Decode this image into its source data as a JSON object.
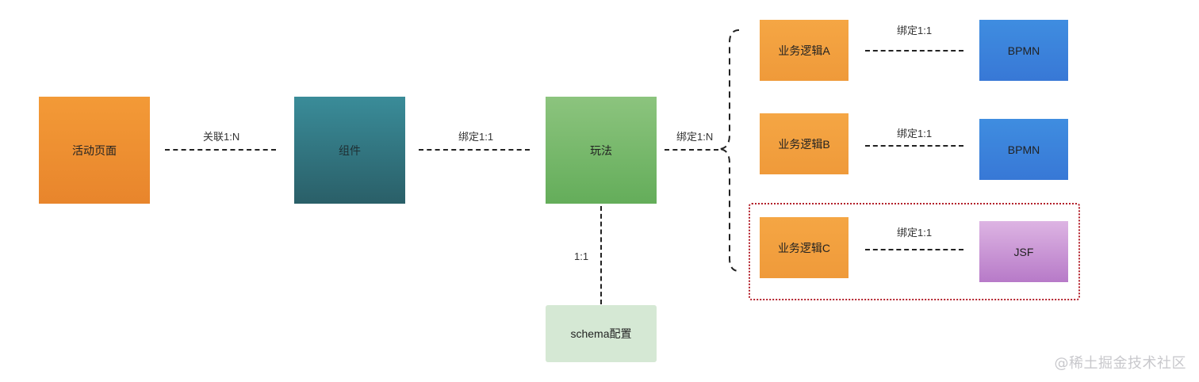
{
  "nodes": {
    "page": "活动页面",
    "component": "组件",
    "gameplay": "玩法",
    "schema": "schema配置",
    "logic_a": "业务逻辑A",
    "logic_b": "业务逻辑B",
    "logic_c": "业务逻辑C",
    "bpmn_1": "BPMN",
    "bpmn_2": "BPMN",
    "jsf": "JSF"
  },
  "edges": {
    "page_component": "关联1:N",
    "component_gameplay": "绑定1:1",
    "gameplay_logic": "绑定1:N",
    "gameplay_schema": "1:1",
    "logic_a_bpmn": "绑定1:1",
    "logic_b_bpmn": "绑定1:1",
    "logic_c_jsf": "绑定1:1"
  },
  "watermark": "@稀土掘金技术社区",
  "colors": {
    "orange": "#f39a37",
    "teal": "#2f7380",
    "green": "#7dba6f",
    "light_green": "#d5e8d4",
    "blue": "#3b82dc",
    "purple": "#c48fd3",
    "highlight_border": "#b3202b"
  }
}
